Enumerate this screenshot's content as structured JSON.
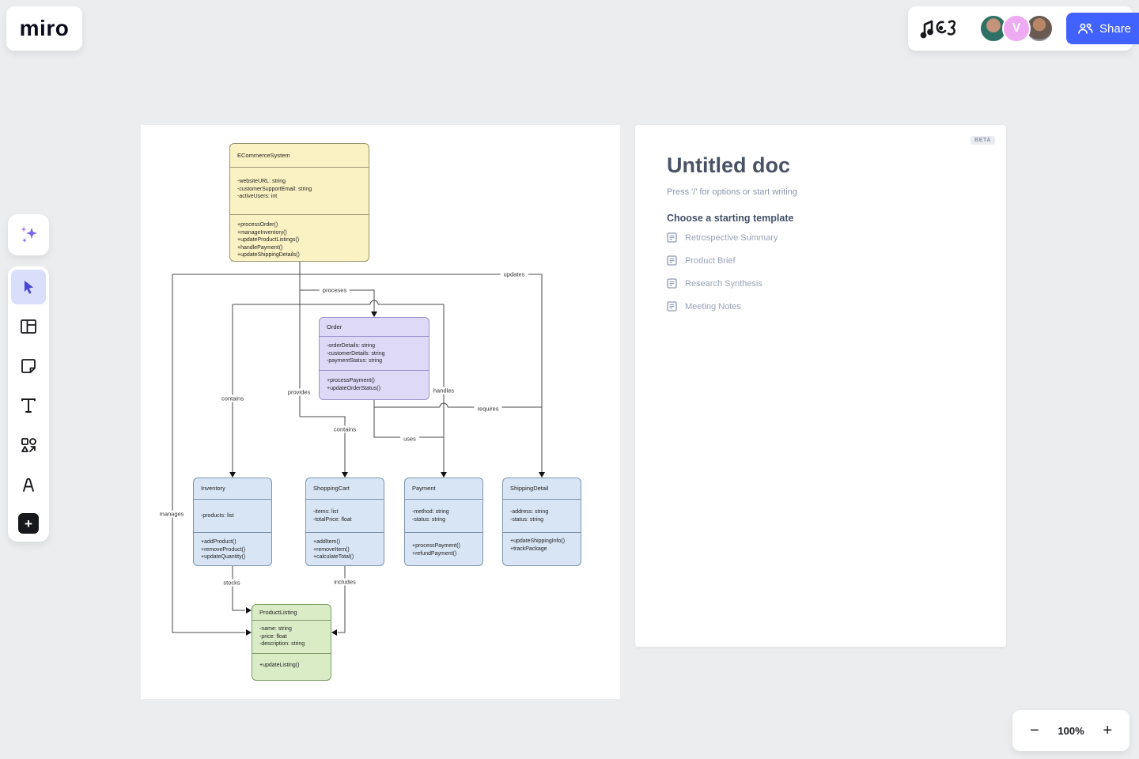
{
  "header": {
    "logo": "miro",
    "share_label": "Share",
    "avatar_initial": "V",
    "accent_blue": "#4262FF"
  },
  "toolbar_tools": [
    "ai-assist",
    "select",
    "templates",
    "sticky-note",
    "text",
    "shapes",
    "pen",
    "more"
  ],
  "zoom_bar": {
    "minus": "−",
    "level": "100%",
    "plus": "+"
  },
  "doc_panel": {
    "beta": "BETA",
    "title": "Untitled doc",
    "placeholder": "Press '/' for options or start writing",
    "templates_heading": "Choose a starting template",
    "templates": [
      {
        "label": "Retrospective Summary"
      },
      {
        "label": "Product Brief"
      },
      {
        "label": "Research Synthesis"
      },
      {
        "label": "Meeting Notes"
      }
    ]
  },
  "diagram": {
    "classes": [
      {
        "name": "ECommerceSystem",
        "color": "yellow",
        "attributes": [
          "-websiteURL: string",
          "-customerSupportEmail: string",
          "-activeUsers: int"
        ],
        "methods": [
          "+processOrder()",
          "+manageInventory()",
          "+updateProductListings()",
          "+handlePayment()",
          "+updateShippingDetails()"
        ]
      },
      {
        "name": "Order",
        "color": "purple",
        "attributes": [
          "-orderDetails: string",
          "-customerDetails: string",
          "-paymentStatus: string"
        ],
        "methods": [
          "+processPayment()",
          "+updateOrderStatus()"
        ]
      },
      {
        "name": "Inventory",
        "color": "blue",
        "attributes": [
          "-products: list"
        ],
        "methods": [
          "+addProduct()",
          "+removeProduct()",
          "+updateQuantity()"
        ]
      },
      {
        "name": "ShoppingCart",
        "color": "blue",
        "attributes": [
          "-items: list",
          "-totalPrice: float"
        ],
        "methods": [
          "+addItem()",
          "+removeItem()",
          "+calculateTotal()"
        ]
      },
      {
        "name": "Payment",
        "color": "blue",
        "attributes": [
          "-method: string",
          "-status: string"
        ],
        "methods": [
          "+processPayment()",
          "+refundPayment()"
        ]
      },
      {
        "name": "ShippingDetail",
        "color": "blue",
        "attributes": [
          "-address: string",
          "-status: string"
        ],
        "methods": [
          "+updateShippingInfo()",
          "+trackPackage"
        ]
      },
      {
        "name": "ProductListing",
        "color": "green",
        "attributes": [
          "-name: string",
          "-price: float",
          "-description: string"
        ],
        "methods": [
          "+updateListing()"
        ]
      }
    ],
    "edges": [
      {
        "label": "updates"
      },
      {
        "label": "proceses"
      },
      {
        "label": "contains"
      },
      {
        "label": "provides"
      },
      {
        "label": "handles"
      },
      {
        "label": "requires"
      },
      {
        "label": "contains"
      },
      {
        "label": "uses"
      },
      {
        "label": "manages"
      },
      {
        "label": "stocks"
      },
      {
        "label": "includes"
      }
    ]
  }
}
